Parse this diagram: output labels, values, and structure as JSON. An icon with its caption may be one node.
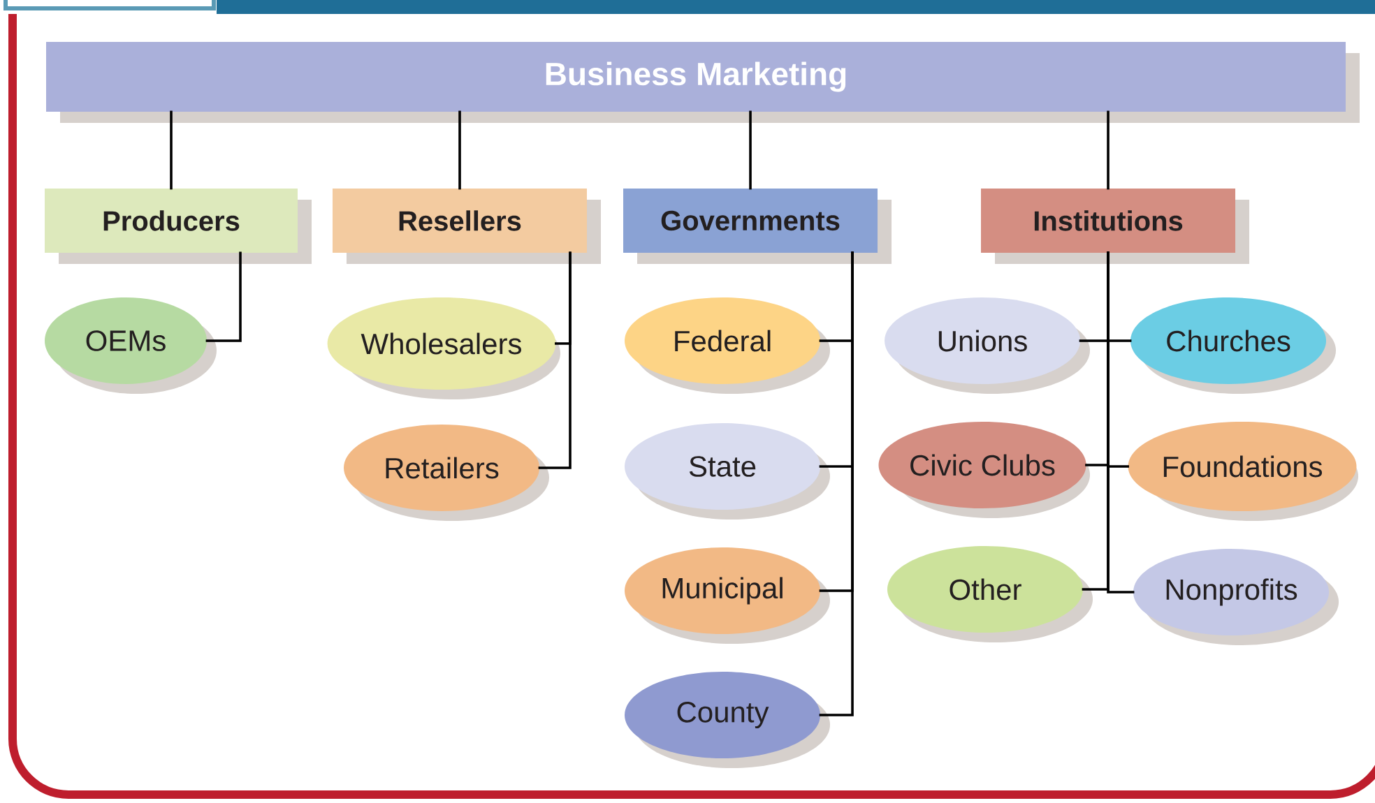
{
  "diagram": {
    "nodes": [
      {
        "text": [
          "Business Marketing"
        ]
      },
      {
        "text": [
          "Producers"
        ]
      },
      {
        "text": [
          "Resellers"
        ]
      },
      {
        "text": [
          "Governments"
        ]
      },
      {
        "text": [
          "Institutions"
        ]
      },
      {
        "text": [
          "OEMs"
        ]
      },
      {
        "text": [
          "Wholesalers"
        ]
      },
      {
        "text": [
          "Retailers"
        ]
      },
      {
        "text": [
          "Federal"
        ]
      },
      {
        "text": [
          "State"
        ]
      },
      {
        "text": [
          "Municipal"
        ]
      },
      {
        "text": [
          "County"
        ]
      },
      {
        "text": [
          "Unions"
        ]
      },
      {
        "text": [
          "Churches"
        ]
      },
      {
        "text": [
          "Civic Clubs"
        ]
      },
      {
        "text": [
          "Foundations"
        ]
      },
      {
        "text": [
          "Other"
        ]
      },
      {
        "text": [
          "Nonprofits"
        ]
      }
    ],
    "edges": [
      {
        "from": 0,
        "to": 1,
        "arrow": "none"
      },
      {
        "from": 0,
        "to": 2,
        "arrow": "none"
      },
      {
        "from": 0,
        "to": 3,
        "arrow": "none"
      },
      {
        "from": 0,
        "to": 4,
        "arrow": "none"
      },
      {
        "from": 1,
        "to": 5,
        "arrow": "none"
      },
      {
        "from": 2,
        "to": 6,
        "arrow": "none"
      },
      {
        "from": 2,
        "to": 7,
        "arrow": "none"
      },
      {
        "from": 3,
        "to": 8,
        "arrow": "none"
      },
      {
        "from": 3,
        "to": 9,
        "arrow": "none"
      },
      {
        "from": 3,
        "to": 10,
        "arrow": "none"
      },
      {
        "from": 3,
        "to": 11,
        "arrow": "none"
      },
      {
        "from": 4,
        "to": 12,
        "arrow": "none"
      },
      {
        "from": 4,
        "to": 13,
        "arrow": "none"
      },
      {
        "from": 4,
        "to": 14,
        "arrow": "none"
      },
      {
        "from": 4,
        "to": 15,
        "arrow": "none"
      },
      {
        "from": 4,
        "to": 16,
        "arrow": "none"
      },
      {
        "from": 4,
        "to": 17,
        "arrow": "none"
      }
    ]
  }
}
